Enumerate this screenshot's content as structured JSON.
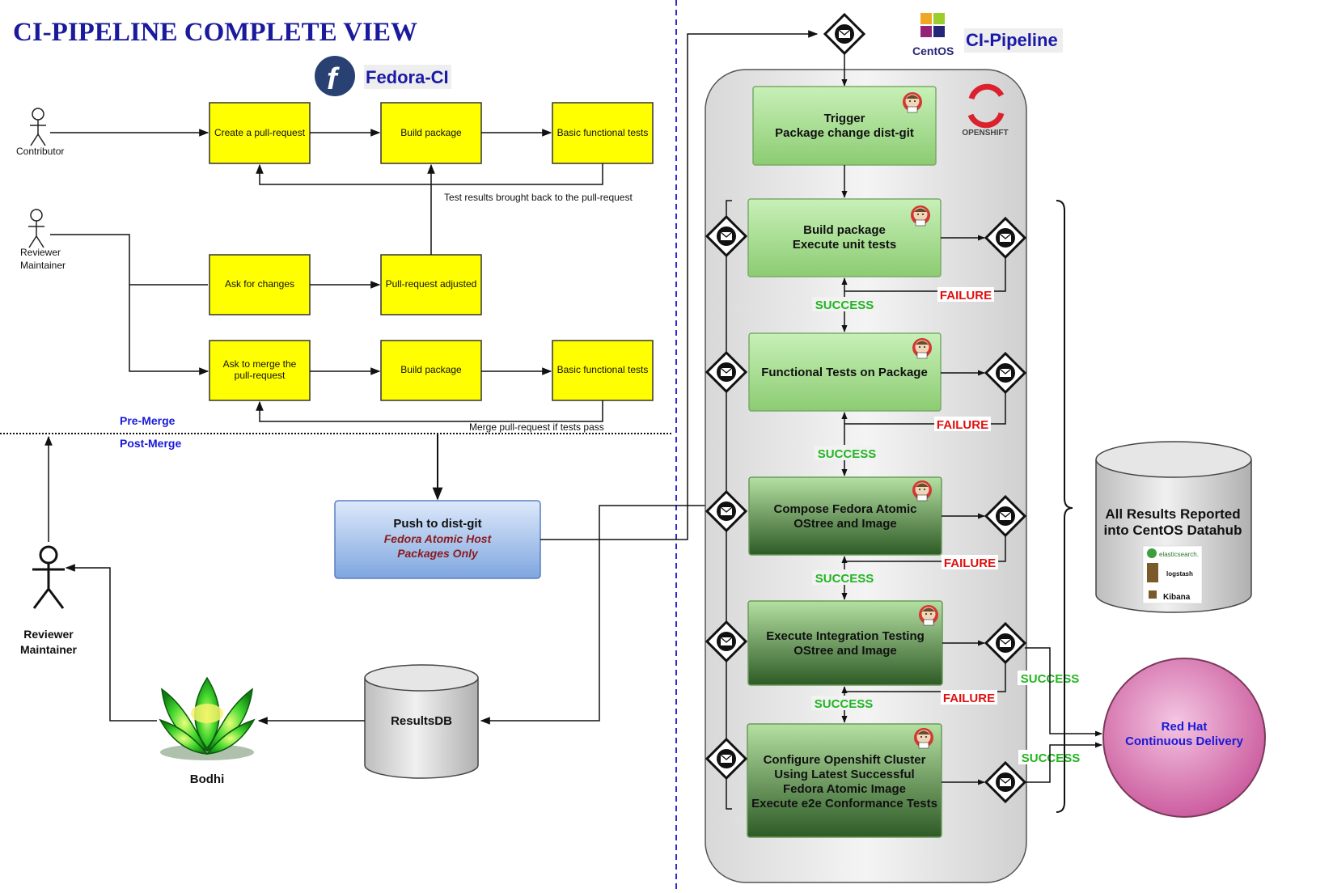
{
  "title": "CI-PIPELINE COMPLETE VIEW",
  "fedora_label": "Fedora-CI",
  "centos_label": "CI-Pipeline",
  "centos_logo_text": "CentOS",
  "openshift_logo_text": "OPENSHIFT",
  "actors": {
    "contributor": "Contributor",
    "reviewer_top_1": "Reviewer",
    "reviewer_top_2": "Maintainer",
    "reviewer_bottom_1": "Reviewer",
    "reviewer_bottom_2": "Maintainer"
  },
  "fedora_boxes": {
    "create_pr": "Create a pull-request",
    "build_pkg_1": "Build package",
    "basic_tests_1": "Basic functional tests",
    "ask_changes": "Ask for changes",
    "pr_adjusted": "Pull-request adjusted",
    "ask_merge_1": "Ask to merge the",
    "ask_merge_2": "pull-request",
    "build_pkg_2": "Build package",
    "basic_tests_2": "Basic functional tests"
  },
  "notes": {
    "test_results": "Test results brought back to the pull-request",
    "merge_pr": "Merge pull-request if tests pass",
    "pre_merge": "Pre-Merge",
    "post_merge": "Post-Merge"
  },
  "push_box": {
    "line1": "Push to dist-git",
    "line2": "Fedora Atomic Host",
    "line3": "Packages Only"
  },
  "resultsdb": "ResultsDB",
  "bodhi": "Bodhi",
  "pipeline_stages": [
    {
      "lines": [
        "Trigger",
        "Package change dist-git"
      ]
    },
    {
      "lines": [
        "Build package",
        "Execute unit tests"
      ]
    },
    {
      "lines": [
        "Functional Tests on Package"
      ]
    },
    {
      "lines": [
        "Compose Fedora Atomic",
        "OStree and Image"
      ]
    },
    {
      "lines": [
        "Execute Integration Testing",
        "OStree and Image"
      ]
    },
    {
      "lines": [
        "Configure Openshift Cluster",
        "Using Latest Successful",
        "Fedora Atomic Image",
        "Execute e2e Conformance Tests"
      ]
    }
  ],
  "status": {
    "success": "SUCCESS",
    "failure": "FAILURE"
  },
  "datahub": {
    "line1": "All Results Reported",
    "line2": "into CentOS Datahub",
    "elastic": "elasticsearch.",
    "logstash": "logstash",
    "kibana": "Kibana"
  },
  "delivery": {
    "line1": "Red Hat",
    "line2": "Continuous Delivery"
  },
  "colors": {
    "title": "#1a1a9c",
    "yellow_box": "#ffff00",
    "success": "#22b522",
    "failure": "#e01010",
    "delivery_fill": "#d66fa8"
  }
}
